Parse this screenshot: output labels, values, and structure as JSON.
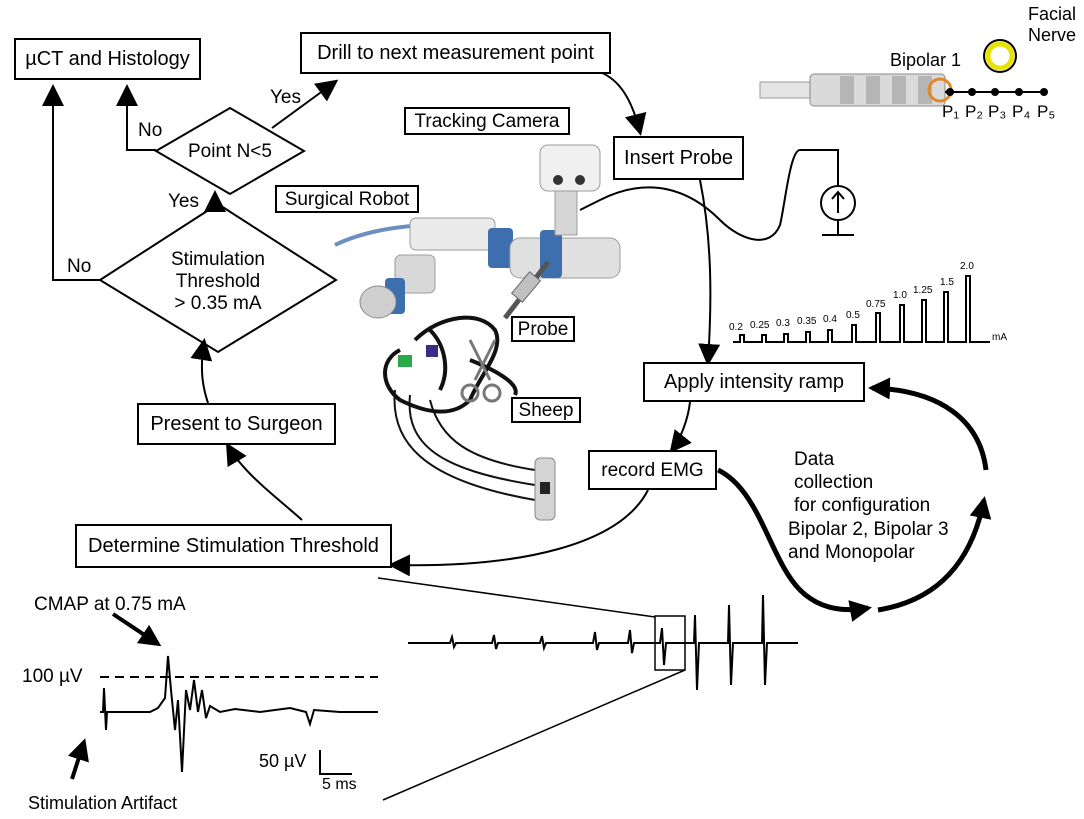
{
  "boxes": {
    "histology": "µCT and Histology",
    "drill": "Drill to next measurement point",
    "insert_probe": "Insert Probe",
    "tracking_camera": "Tracking Camera",
    "surgical_robot": "Surgical Robot",
    "probe": "Probe",
    "sheep": "Sheep",
    "apply_ramp": "Apply intensity ramp",
    "record_emg": "record EMG",
    "present_surgeon": "Present to Surgeon",
    "determine_threshold": "Determine Stimulation Threshold"
  },
  "decisions": {
    "point_n": "Point N<5",
    "threshold_l1": "Stimulation",
    "threshold_l2": "Threshold",
    "threshold_l3": "> 0.35 mA"
  },
  "edge_labels": {
    "yes_top": "Yes",
    "no_top": "No",
    "yes_mid": "Yes",
    "no_left": "No"
  },
  "probe_diagram": {
    "facial_nerve_l1": "Facial",
    "facial_nerve_l2": "Nerve",
    "bipolar": "Bipolar 1",
    "points": [
      "P₁",
      "P₂",
      "P₃",
      "P₄",
      "P₅"
    ]
  },
  "ramp": {
    "values": [
      "0.2",
      "0.25",
      "0.3",
      "0.35",
      "0.4",
      "0.5",
      "0.75",
      "1.0",
      "1.25",
      "1.5",
      "2.0"
    ],
    "unit": "mA"
  },
  "data_collection": {
    "l1": "Data",
    "l2": "collection",
    "l3": "for configuration",
    "l4": "Bipolar 2, Bipolar 3",
    "l5": "and Monopolar"
  },
  "emg": {
    "cmap": "CMAP at 0.75 mA",
    "level": "100 µV",
    "scale_v": "50 µV",
    "scale_t": "5 ms",
    "artifact": "Stimulation Artifact"
  }
}
